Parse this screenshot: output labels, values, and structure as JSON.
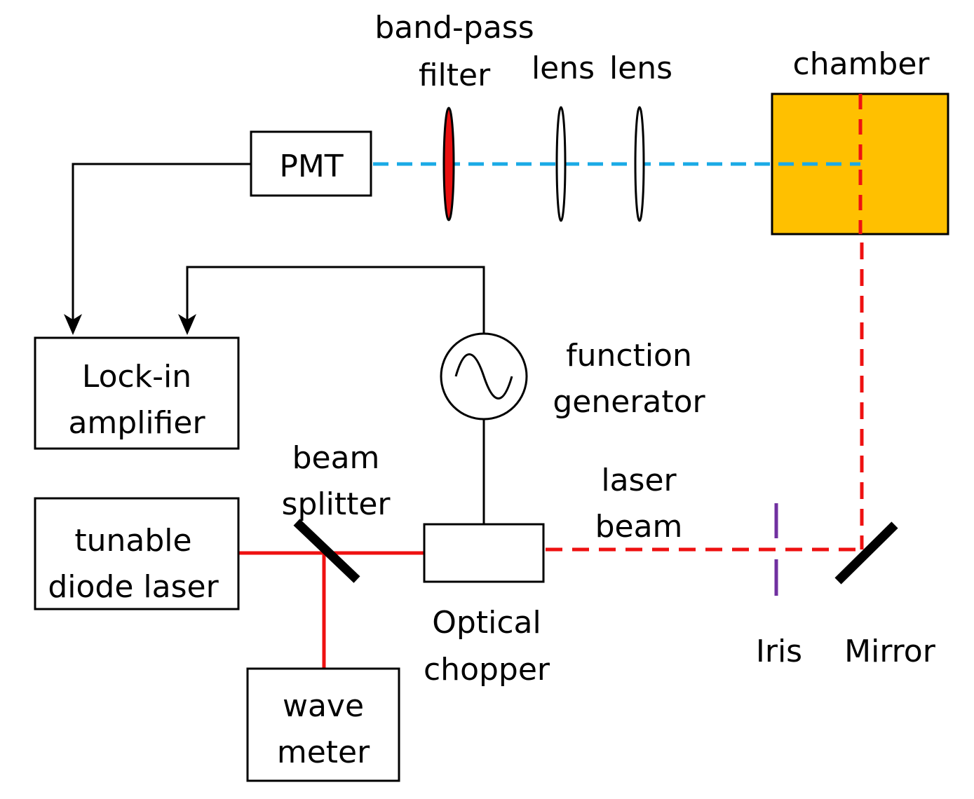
{
  "labels": {
    "bandpass_line1": "band-pass",
    "bandpass_line2": "filter",
    "lens1": "lens",
    "lens2": "lens",
    "chamber": "chamber",
    "pmt": "PMT",
    "lockin_line1": "Lock-in",
    "lockin_line2": "amplifier",
    "funcgen_line1": "function",
    "funcgen_line2": "generator",
    "beamsplitter_line1": "beam",
    "beamsplitter_line2": "splitter",
    "laserbeam_line1": "laser",
    "laserbeam_line2": "beam",
    "laser_line1": "tunable",
    "laser_line2": "diode laser",
    "chopper_line1": "Optical",
    "chopper_line2": "chopper",
    "iris": "Iris",
    "mirror": "Mirror",
    "wavemeter_line1": "wave",
    "wavemeter_line2": "meter"
  },
  "colors": {
    "laser_beam": "#ee1111",
    "fluorescence_beam": "#1aaae6",
    "chamber_fill": "#ffc000",
    "filter_fill": "#e81010",
    "iris": "#7030a0",
    "line": "#000000"
  }
}
